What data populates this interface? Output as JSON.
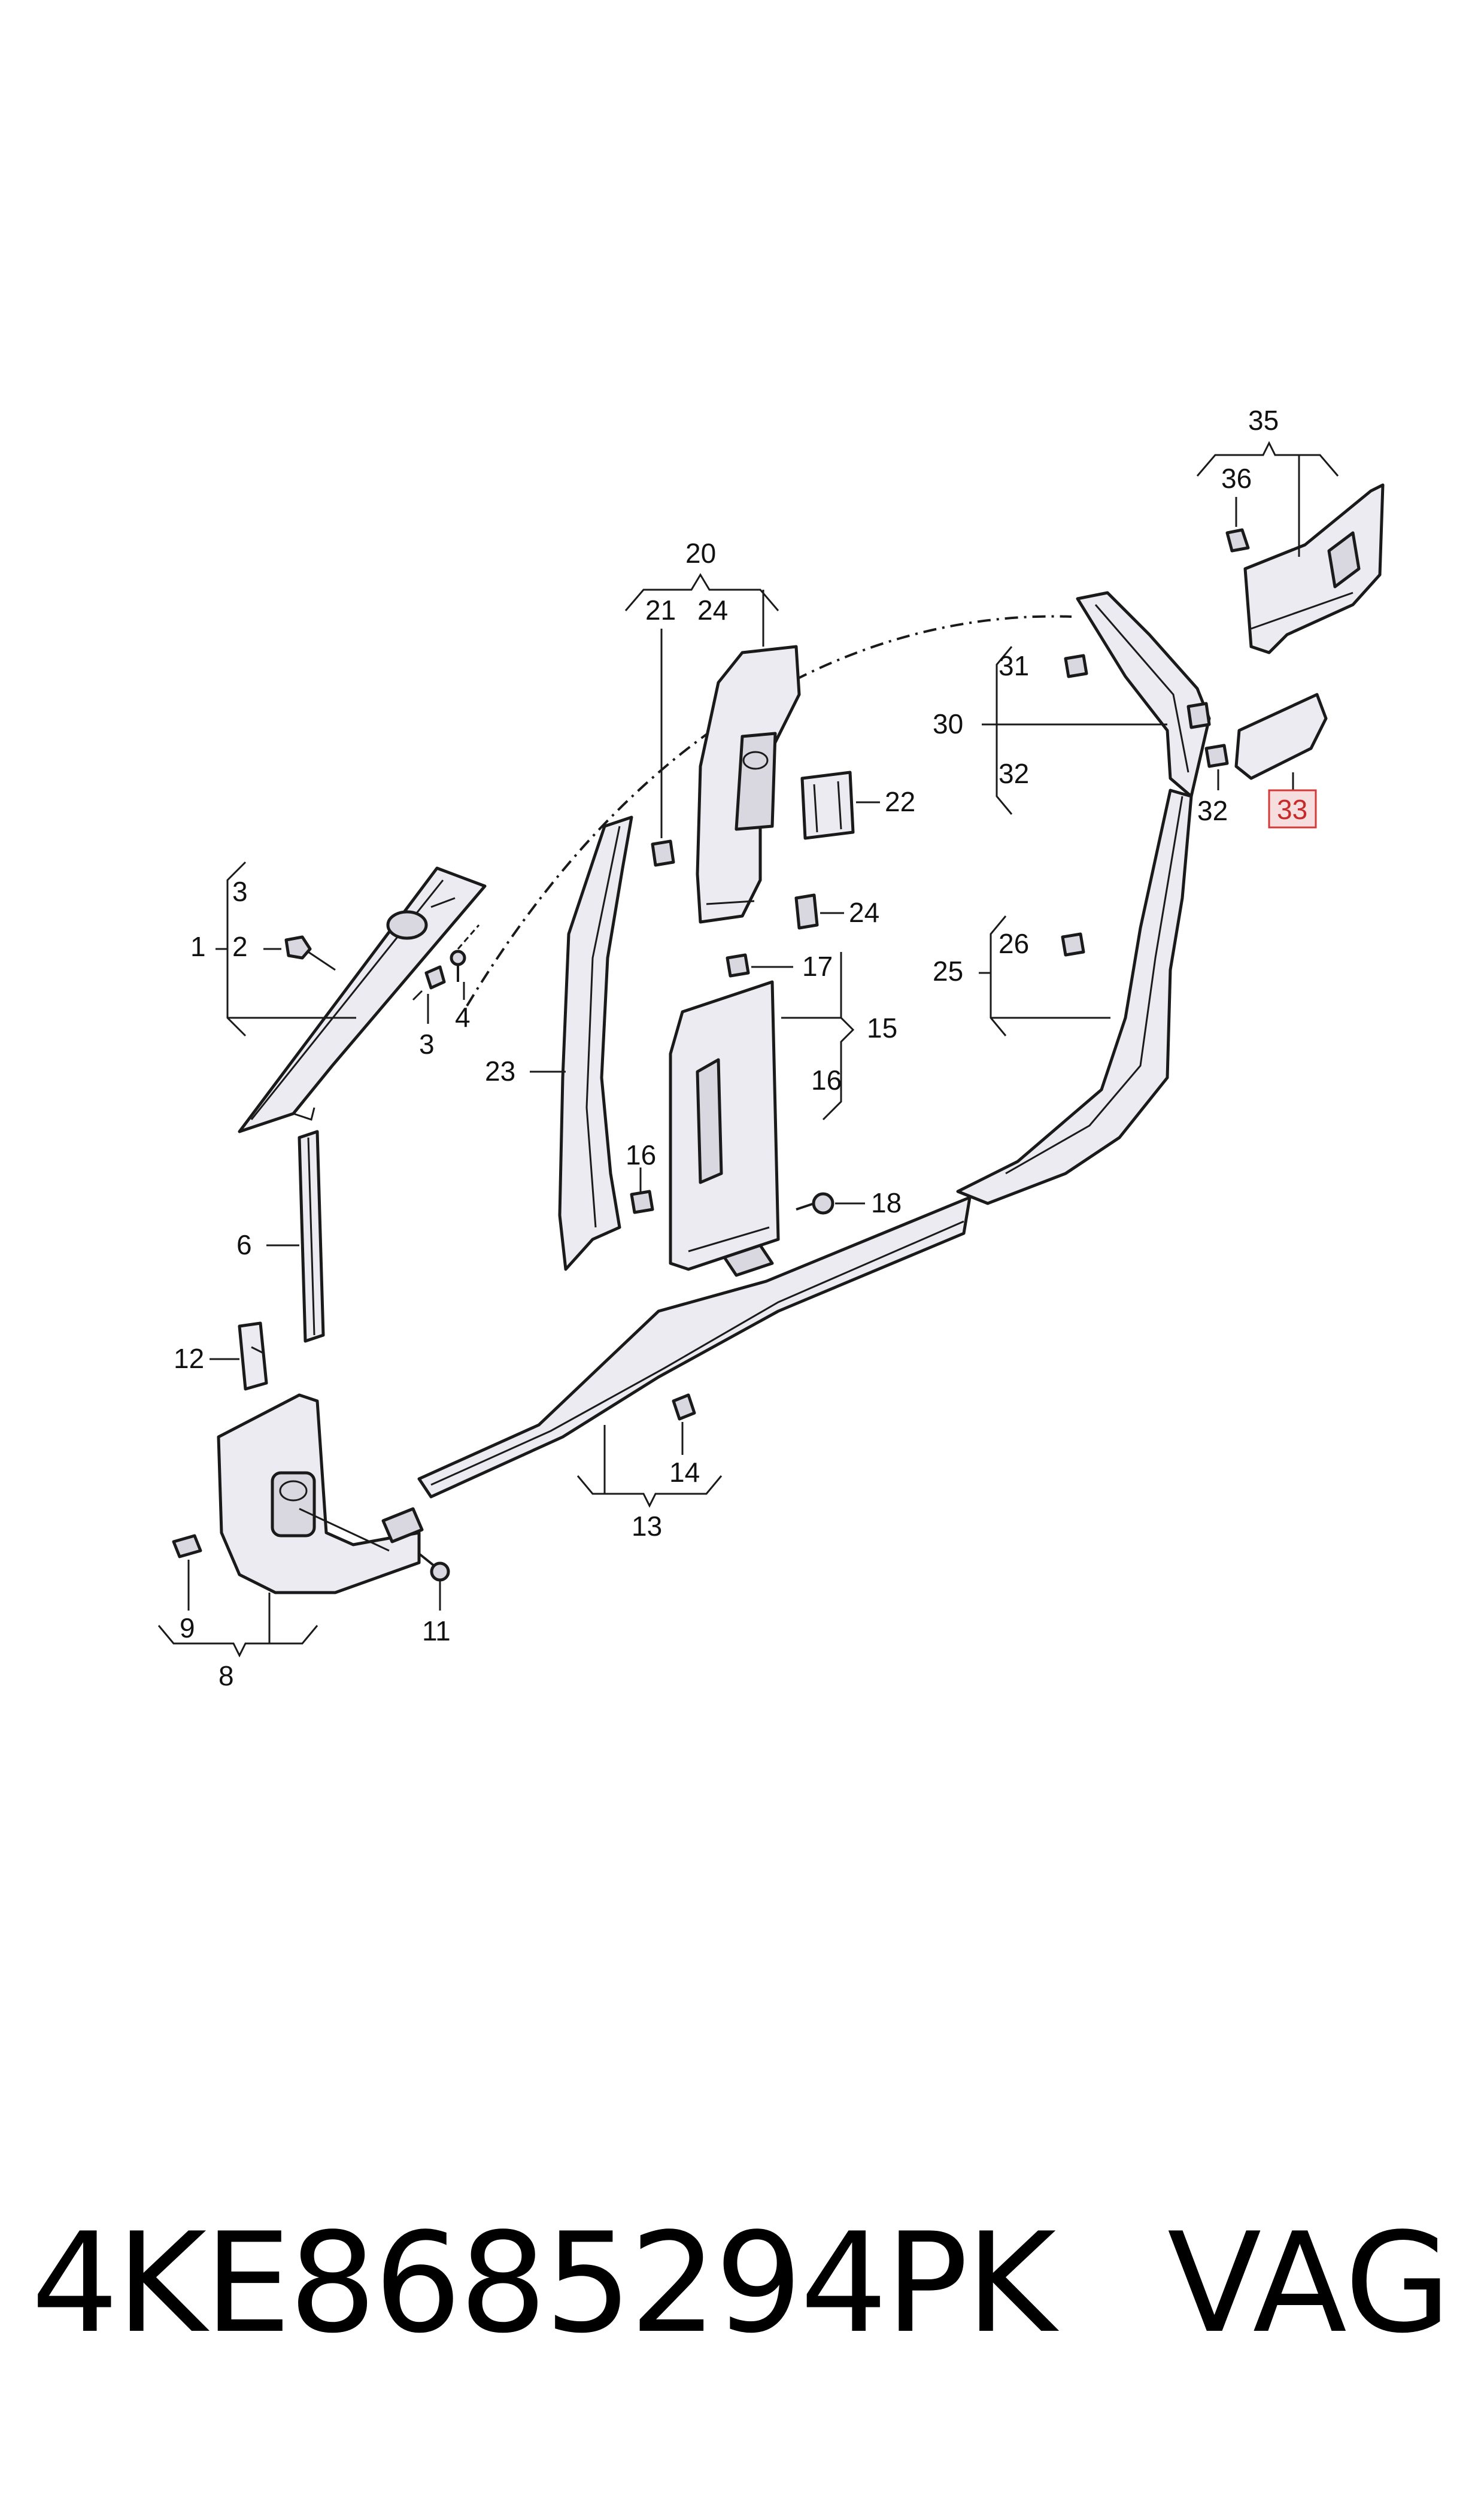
{
  "callouts": {
    "c1": "1",
    "c2": "2",
    "c3a": "3",
    "c3b": "3",
    "c4": "4",
    "c6": "6",
    "c8": "8",
    "c9": "9",
    "c11": "11",
    "c12": "12",
    "c13": "13",
    "c14": "14",
    "c15": "15",
    "c16a": "16",
    "c16b": "16",
    "c17": "17",
    "c18": "18",
    "c20": "20",
    "c21": "21",
    "c22": "22",
    "c23": "23",
    "c24a": "24",
    "c24b": "24",
    "c25": "25",
    "c26": "26",
    "c30": "30",
    "c31": "31",
    "c32a": "32",
    "c32b": "32",
    "c33": "33",
    "c35": "35",
    "c36": "36"
  },
  "highlight": {
    "callout": "33",
    "color": "#d23a3a"
  },
  "footer": {
    "part_number": "4KE8685294PK",
    "brand": "VAG"
  }
}
